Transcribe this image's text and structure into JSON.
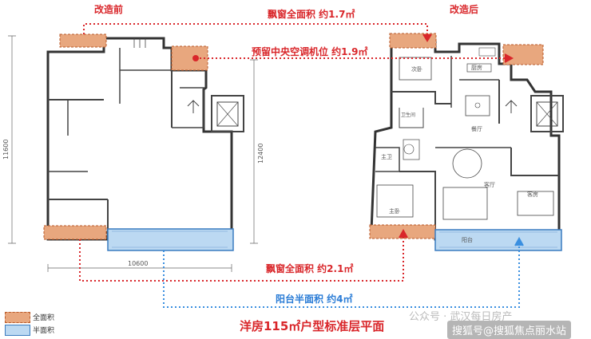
{
  "labels": {
    "before": "改造前",
    "after": "改造后",
    "bay_top": "飘窗全面积 约1.7㎡",
    "ac": "预留中央空调机位 约1.9㎡",
    "bay_bottom": "飘窗全面积 约2.1㎡",
    "balcony": "阳台半面积 约4㎡",
    "title": "洋房115㎡户型标准层平面"
  },
  "dimensions": {
    "left_height": "11600",
    "mid_height": "12400",
    "bottom_width": "10600"
  },
  "legend": {
    "full_area": "全面积",
    "half_area": "半面积",
    "full_color": "#e8a77e",
    "half_color": "#bcd9f2"
  },
  "rooms": {
    "second_bed_top": "次卧",
    "kitchen": "厨房",
    "bath_shared": "卫生间",
    "dining": "餐厅",
    "master_bath": "主卫",
    "living": "客厅",
    "master_bed": "主卧",
    "second_bed_right": "客房",
    "balcony": "阳台"
  },
  "watermarks": {
    "source": "公众号 · 武汉每日房产",
    "sohu": "搜狐号@搜狐焦点丽水站"
  }
}
